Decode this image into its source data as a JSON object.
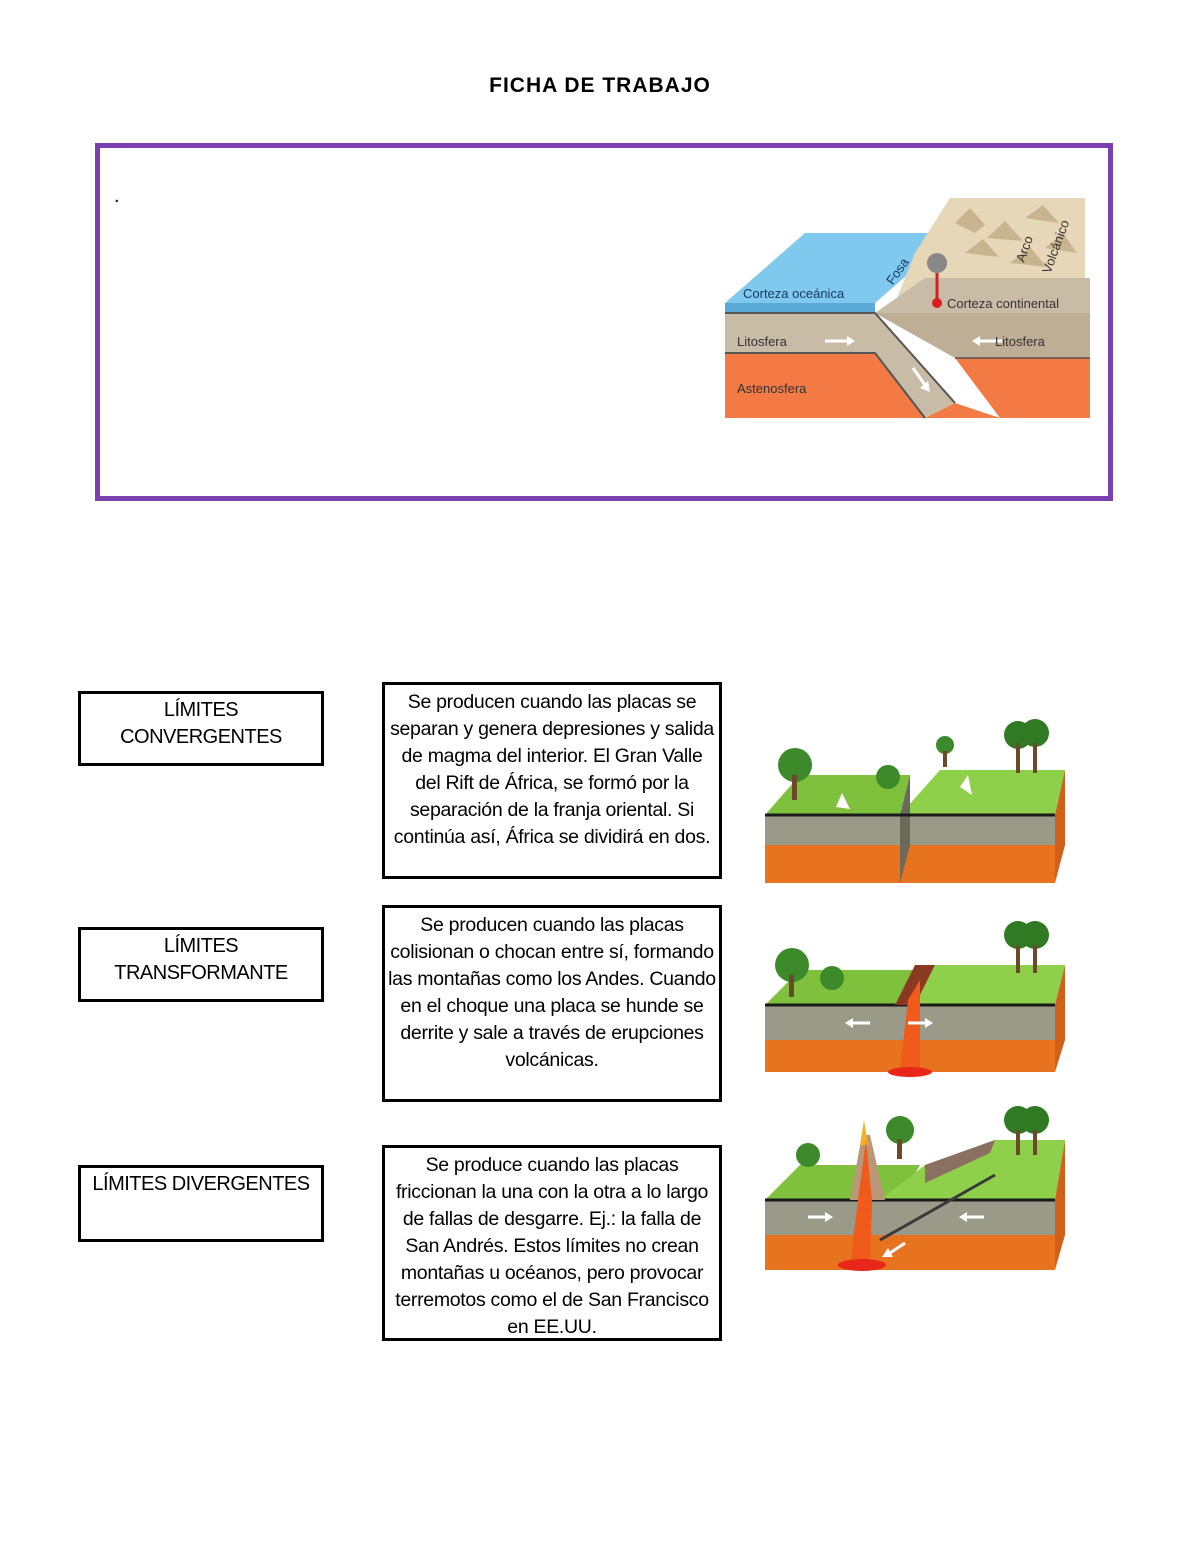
{
  "page": {
    "title": "FICHA DE TRABAJO",
    "intro_dot": "."
  },
  "subduction_figure": {
    "labels": {
      "corteza_oceanica": "Corteza oceánica",
      "fosa": "Fosa",
      "arco": "Arco",
      "volcanico": "Volcánico",
      "corteza_continental": "Corteza continental",
      "litosfera_left": "Litosfera",
      "litosfera_right": "Litosfera",
      "astenosfera": "Astenosfera"
    }
  },
  "matching": {
    "labels": [
      "LÍMITES CONVERGENTES",
      "LÍMITES TRANSFORMANTE",
      "LÍMITES DIVERGENTES"
    ],
    "descriptions": [
      "Se producen cuando las placas se separan y genera depresiones y salida de magma del interior. El Gran Valle del Rift de África, se formó por la separación de la franja oriental. Si continúa así, África se dividirá en dos.",
      "Se producen cuando las placas colisionan o chocan entre sí, formando las montañas como los Andes. Cuando en el choque una placa se hunde se derrite y sale a través de erupciones volcánicas.",
      "Se produce cuando las placas friccionan la una con la otra a lo largo de fallas de desgarre. Ej.: la falla de San Andrés. Estos límites no crean montañas u océanos, pero provocar terremotos como el de San Francisco en EE.UU."
    ]
  },
  "colors": {
    "frame_purple": "#7b3fb0",
    "ocean": "#7fc9ee",
    "lithosphere": "#c9bca6",
    "asthenosphere": "#f47a45",
    "grass": "#7fc13d",
    "mantle_orange": "#e8731e"
  }
}
